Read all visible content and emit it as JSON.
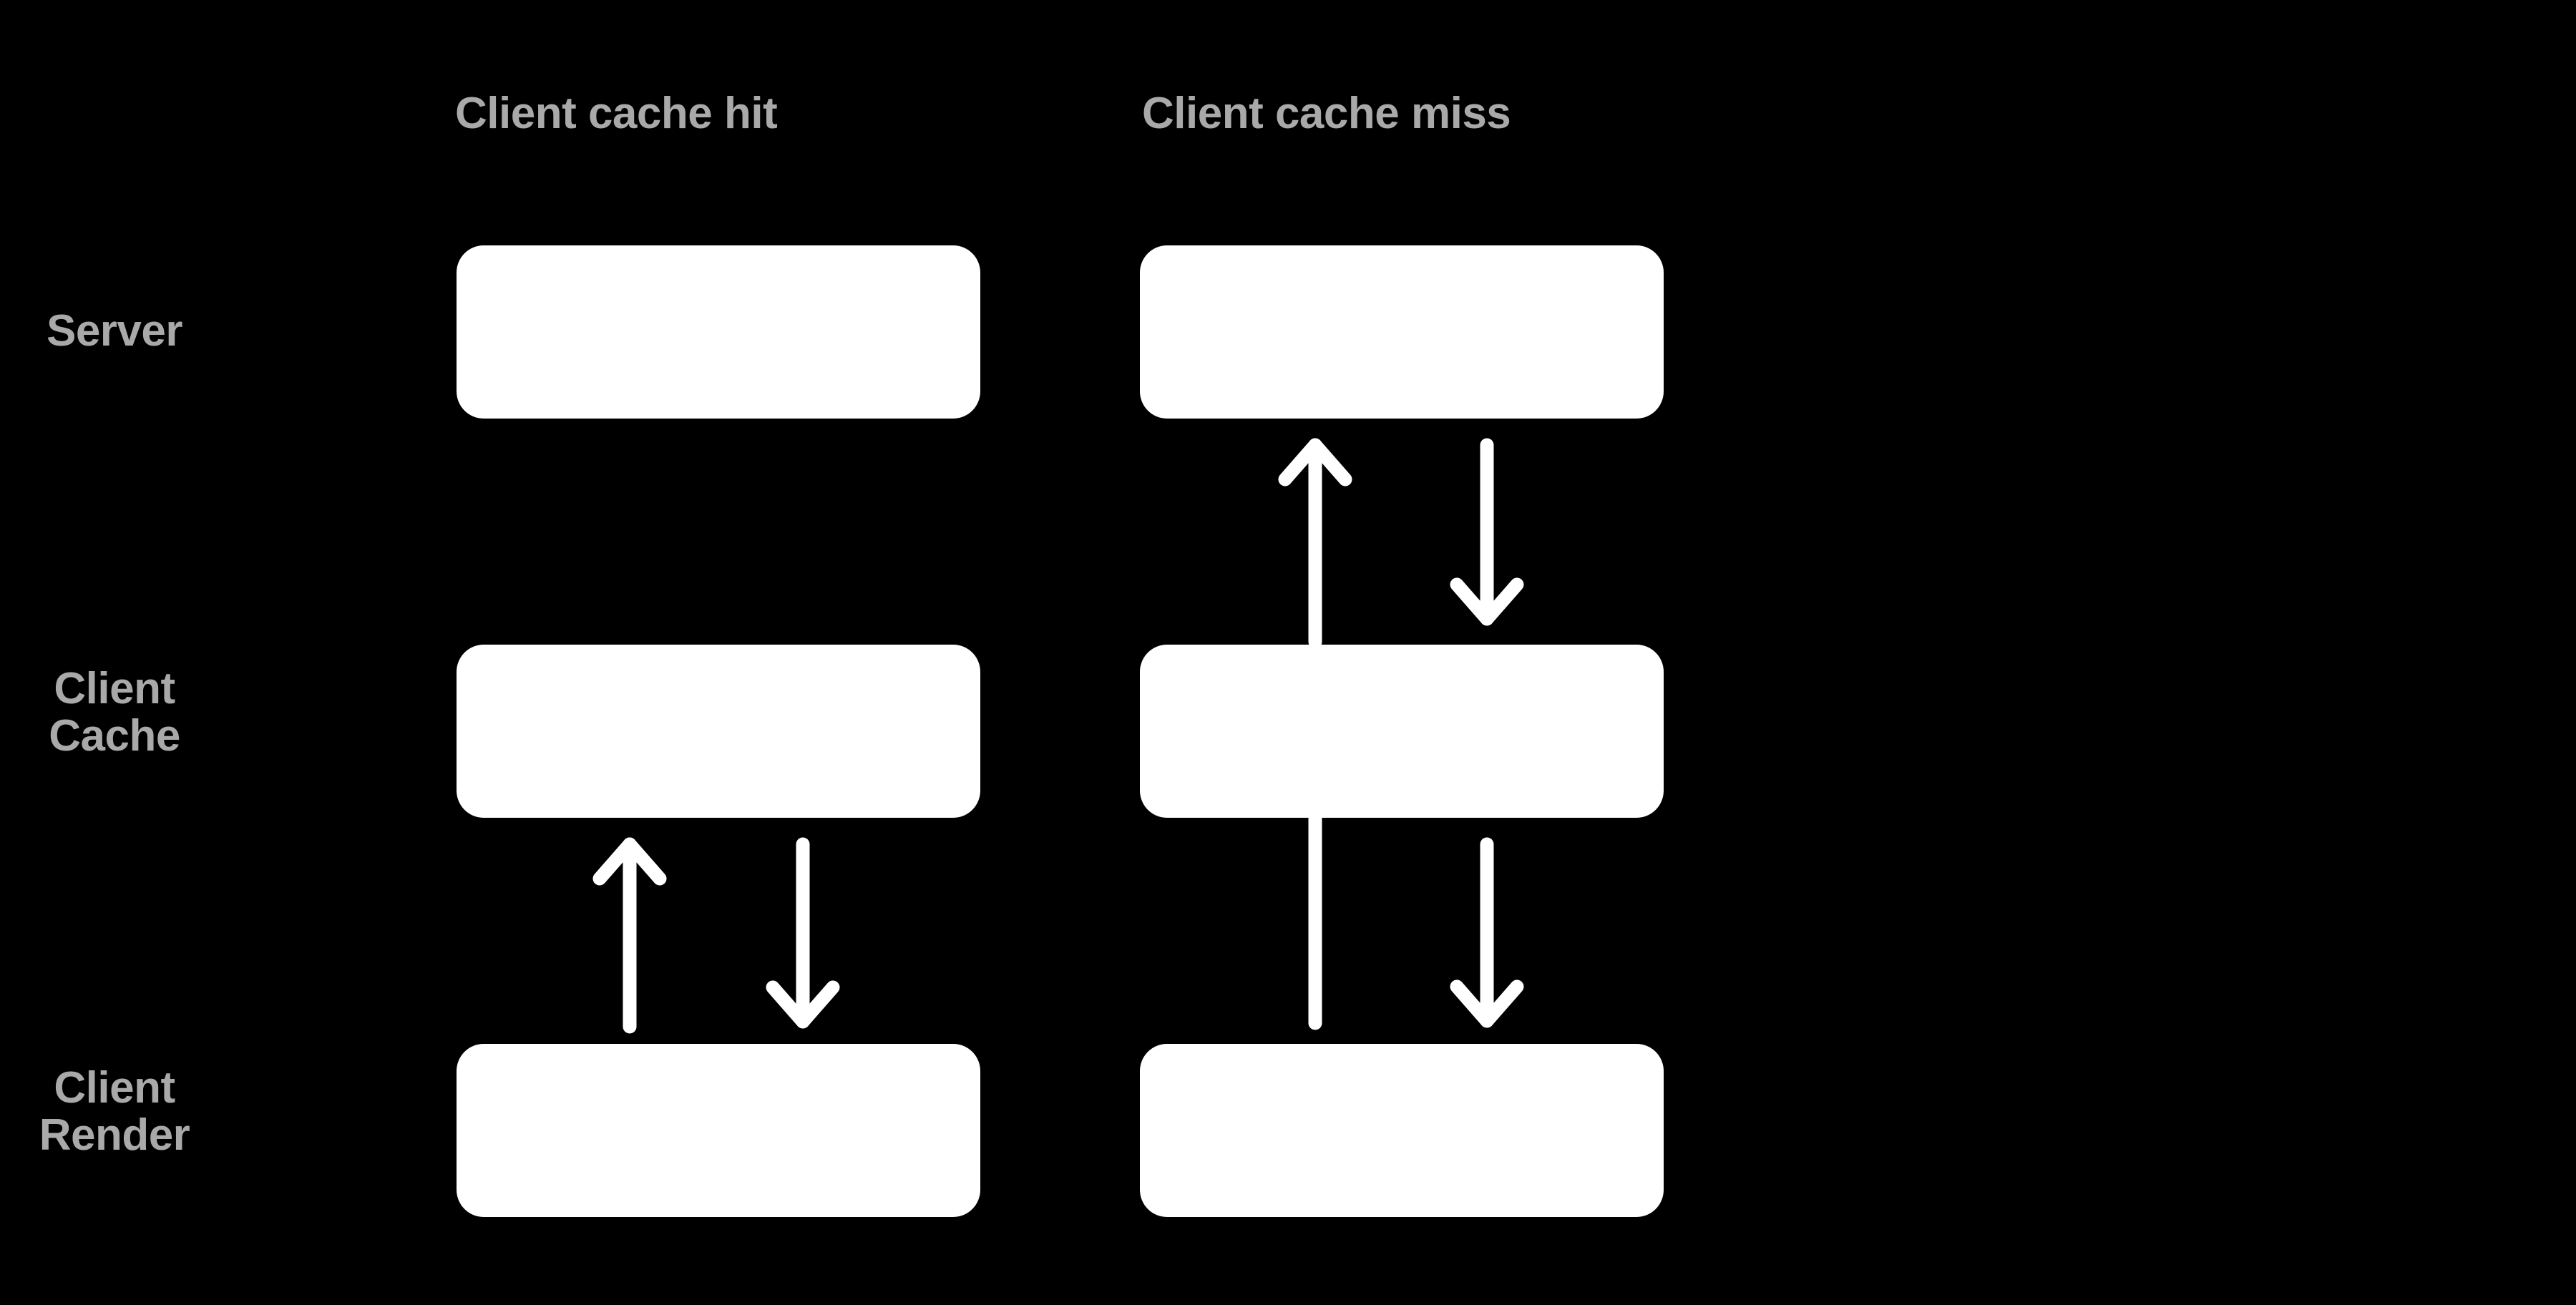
{
  "background_color": "#000000",
  "box_color": "#ffffff",
  "label_color": "#a9a9a9",
  "arrow_color": "#ffffff",
  "columns": [
    {
      "id": "client-cache-hit",
      "label": "Client cache hit"
    },
    {
      "id": "client-cache-miss",
      "label": "Client cache miss"
    }
  ],
  "rows": [
    {
      "id": "server",
      "label": "Server",
      "line1": "Server",
      "line2": ""
    },
    {
      "id": "client-cache",
      "label": "Client Cache",
      "line1": "Client",
      "line2": "Cache"
    },
    {
      "id": "client-render",
      "label": "Client Render",
      "line1": "Client",
      "line2": "Render"
    }
  ],
  "nodes": [
    {
      "id": "hit-server",
      "column": "client-cache-hit",
      "row": "server",
      "text": ""
    },
    {
      "id": "hit-client-cache",
      "column": "client-cache-hit",
      "row": "client-cache",
      "text": ""
    },
    {
      "id": "hit-client-render",
      "column": "client-cache-hit",
      "row": "client-render",
      "text": ""
    },
    {
      "id": "miss-server",
      "column": "client-cache-miss",
      "row": "server",
      "text": ""
    },
    {
      "id": "miss-client-cache",
      "column": "client-cache-miss",
      "row": "client-cache",
      "text": ""
    },
    {
      "id": "miss-client-render",
      "column": "client-cache-miss",
      "row": "client-render",
      "text": ""
    }
  ],
  "arrows": [
    {
      "id": "hit-render-to-cache",
      "column": "client-cache-hit",
      "from": "hit-client-render",
      "to": "hit-client-cache",
      "direction": "up",
      "has_head": true
    },
    {
      "id": "hit-cache-to-render",
      "column": "client-cache-hit",
      "from": "hit-client-cache",
      "to": "hit-client-render",
      "direction": "down",
      "has_head": true
    },
    {
      "id": "miss-render-to-server",
      "column": "client-cache-miss",
      "from": "miss-client-render",
      "to": "miss-server",
      "direction": "up",
      "has_head": true,
      "passes_through": "miss-client-cache"
    },
    {
      "id": "miss-server-to-cache",
      "column": "client-cache-miss",
      "from": "miss-server",
      "to": "miss-client-cache",
      "direction": "down",
      "has_head": true
    },
    {
      "id": "miss-cache-to-render",
      "column": "client-cache-miss",
      "from": "miss-client-cache",
      "to": "miss-client-render",
      "direction": "down",
      "has_head": true
    }
  ]
}
